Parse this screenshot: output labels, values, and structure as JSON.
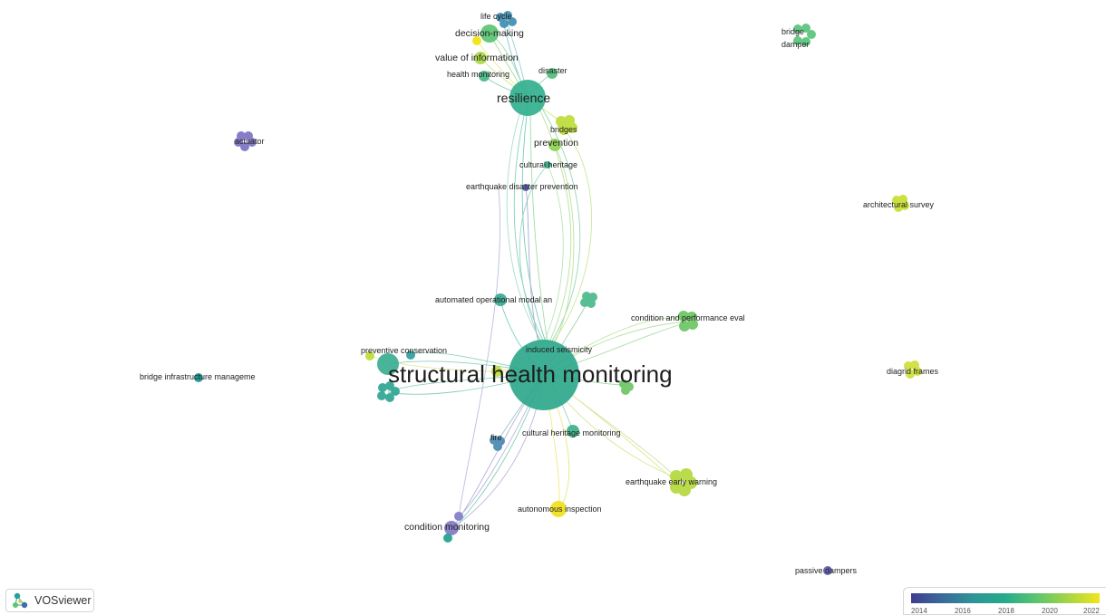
{
  "app": {
    "name": "VOSviewer"
  },
  "legend": {
    "ticks": [
      "2014",
      "2016",
      "2018",
      "2020",
      "2022"
    ],
    "colors": [
      "#3f3f8f",
      "#3b6a9a",
      "#2d9597",
      "#26ab8a",
      "#5cc56e",
      "#a6d543",
      "#f2e51e"
    ]
  },
  "network": {
    "nodes": [
      {
        "id": "shm",
        "label": "structural health monitoring",
        "color": "#2ea88c"
      },
      {
        "id": "resilience",
        "label": "resilience",
        "color": "#33b08e"
      },
      {
        "id": "decision",
        "label": "decision-making",
        "color": "#58c270"
      },
      {
        "id": "lifecycle",
        "label": "life cycle",
        "color": "#3d8cb0"
      },
      {
        "id": "voi",
        "label": "value of information",
        "color": "#a8d846"
      },
      {
        "id": "healthmon",
        "label": "health monitoring",
        "color": "#44b582"
      },
      {
        "id": "disaster",
        "label": "disaster",
        "color": "#4fbb7a"
      },
      {
        "id": "bridges",
        "label": "bridges",
        "color": "#bddd3a"
      },
      {
        "id": "prevention",
        "label": "prevention",
        "color": "#8ed050"
      },
      {
        "id": "culturalheritage",
        "label": "cultural heritage",
        "color": "#38b088"
      },
      {
        "id": "edp",
        "label": "earthquake disaster prevention",
        "color": "#6b6bb8"
      },
      {
        "id": "actuator",
        "label": "actuator",
        "color": "#7b74c2"
      },
      {
        "id": "bridgedamper",
        "label": "bridge damper",
        "color": "#58c47a"
      },
      {
        "id": "archsurvey",
        "label": "architectural survey",
        "color": "#c8df30"
      },
      {
        "id": "automated",
        "label": "automated operational modal an",
        "color": "#34a894"
      },
      {
        "id": "condperf",
        "label": "condition and performance eval",
        "color": "#6cc664"
      },
      {
        "id": "preventive",
        "label": "preventive conservation",
        "color": "#3aae90"
      },
      {
        "id": "induced",
        "label": "induced seismicity",
        "color": "#3aad92"
      },
      {
        "id": "bim",
        "label": "bridge infrastructure manageme",
        "color": "#2a9e9a"
      },
      {
        "id": "diagrid",
        "label": "diagrid frames",
        "color": "#cbe03a"
      },
      {
        "id": "chm",
        "label": "cultural heritage monitoring",
        "color": "#3aaf88"
      },
      {
        "id": "fire",
        "label": "fire",
        "color": "#4a89b4"
      },
      {
        "id": "eew",
        "label": "earthquake early warning",
        "color": "#b5d93c"
      },
      {
        "id": "autoinsp",
        "label": "autonomous inspection",
        "color": "#f0df1c"
      },
      {
        "id": "condmon",
        "label": "condition monitoring",
        "color": "#8378c4"
      },
      {
        "id": "passive",
        "label": "passive dampers",
        "color": "#6a68b6"
      }
    ]
  }
}
